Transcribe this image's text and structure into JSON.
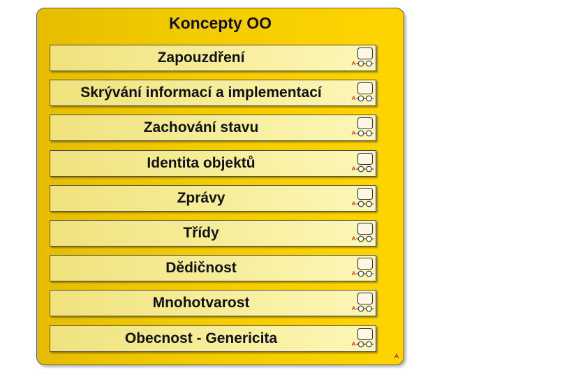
{
  "group": {
    "title": "Koncepty OO",
    "icon": "requirement-icon",
    "items": [
      {
        "label": "Zapouzdření"
      },
      {
        "label": "Skrývání informací a implementací"
      },
      {
        "label": "Zachování stavu"
      },
      {
        "label": "Identita objektů"
      },
      {
        "label": "Zprávy"
      },
      {
        "label": "Třídy"
      },
      {
        "label": "Dědičnost"
      },
      {
        "label": "Mnohotvarost"
      },
      {
        "label": "Obecnost - Genericita"
      }
    ]
  },
  "colors": {
    "group_fill": "#f3cc00",
    "item_fill": "#f7ee9c",
    "border": "#4a4a4a",
    "marker": "#d42020"
  }
}
